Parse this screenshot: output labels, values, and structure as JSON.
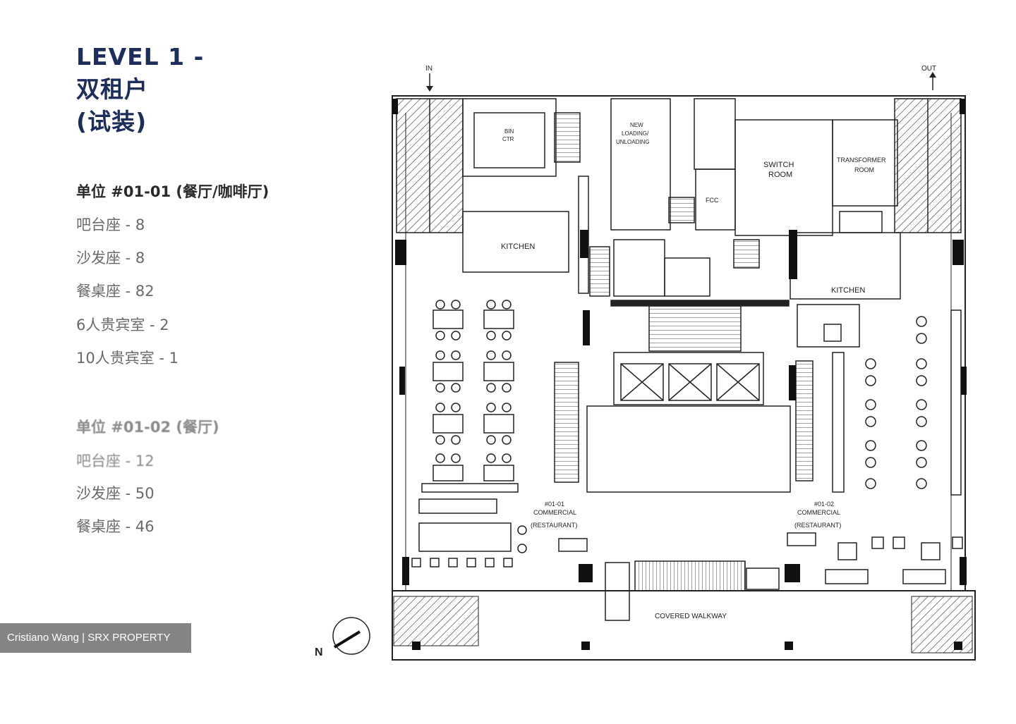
{
  "title": {
    "line1": "LEVEL 1 -",
    "line2": "双租户",
    "line3": "(试装)"
  },
  "unit1": {
    "heading": "单位 #01-01 (餐厅/咖啡厅)",
    "seats": [
      "吧台座 - 8",
      "沙发座 - 8",
      "餐桌座 - 82",
      "6人贵宾室 - 2",
      "10人贵宾室 - 1"
    ]
  },
  "unit2": {
    "heading": "单位 #01-02 (餐厅)",
    "seats": [
      "吧台座 - 12",
      "沙发座 - 50",
      "餐桌座 - 46"
    ]
  },
  "plan": {
    "in_label": "IN",
    "out_label": "OUT",
    "kitchen_left": "KITCHEN",
    "kitchen_right": "KITCHEN",
    "switch_room": [
      "SWITCH",
      "ROOM"
    ],
    "transformer_room": [
      "TRANSFORMER",
      "ROOM"
    ],
    "loading": [
      "NEW",
      "LOADING/",
      "UNLOADING"
    ],
    "bin_centre": [
      "BIN",
      "CTR"
    ],
    "fcc": "FCC",
    "unit1_label": [
      "#01-01",
      "COMMERCIAL",
      "(RESTAURANT)"
    ],
    "unit2_label": [
      "#01-02",
      "COMMERCIAL",
      "(RESTAURANT)"
    ],
    "covered_walkway": "COVERED WALKWAY",
    "north": "N"
  },
  "watermark": "Cristiano Wang | SRX PROPERTY"
}
